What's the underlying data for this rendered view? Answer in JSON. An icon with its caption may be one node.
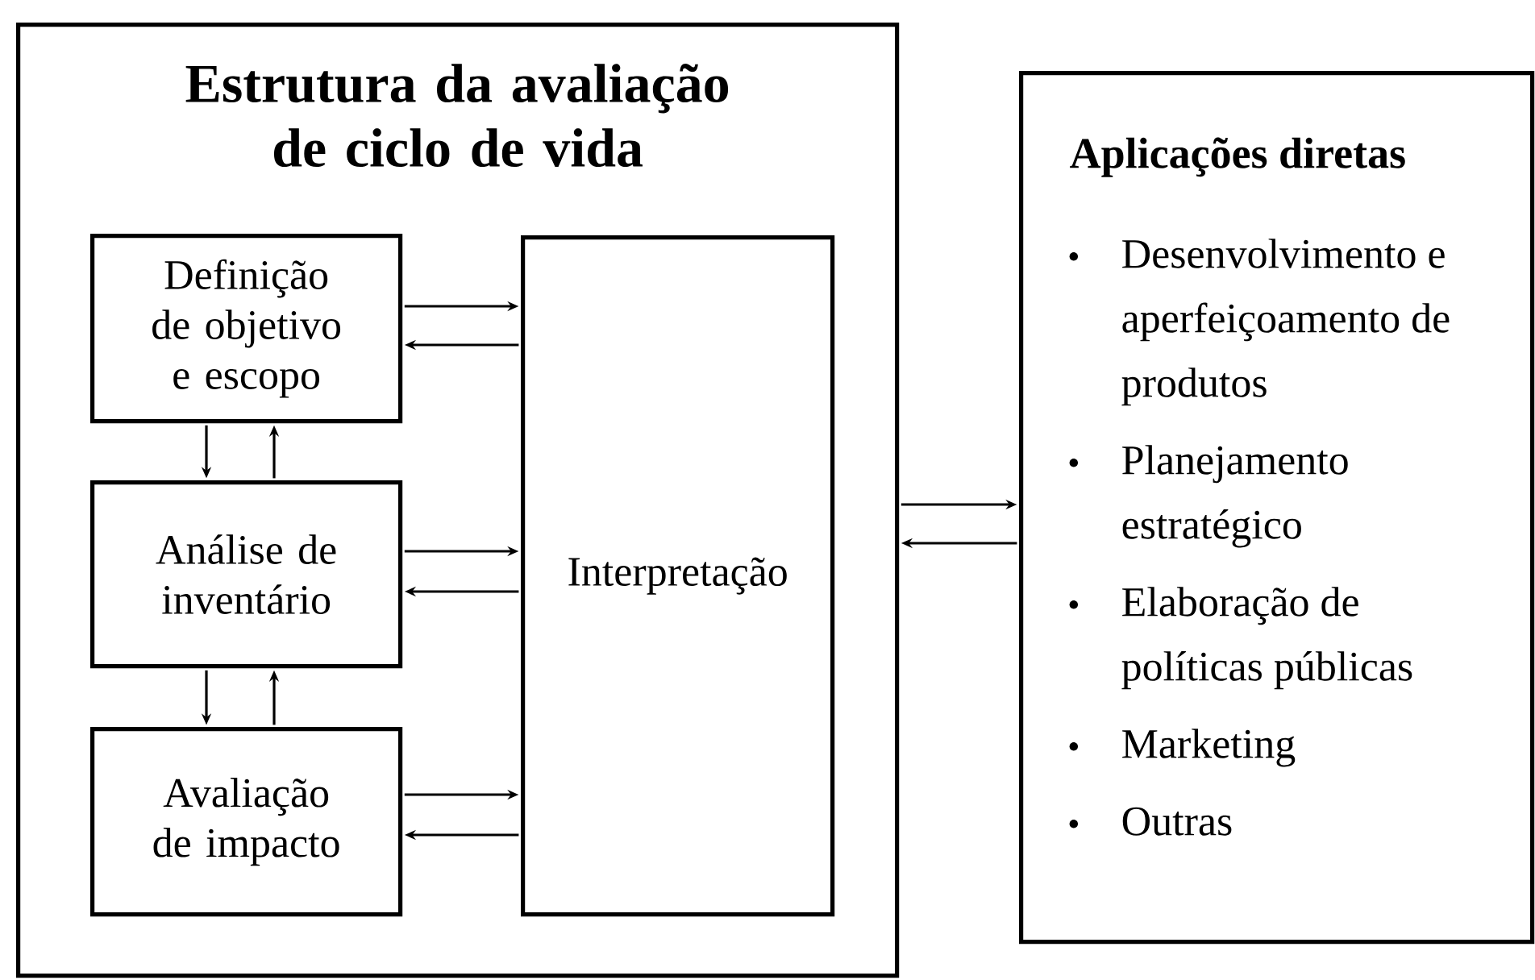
{
  "diagram": {
    "nodes": [
      {
        "text": [
          "Estrutura da avaliação de ciclo de vida"
        ]
      },
      {
        "text": [
          "Definição de objetivo e escopo"
        ],
        "in": 0
      },
      {
        "text": [
          "Análise de inventário"
        ],
        "in": 0
      },
      {
        "text": [
          "Avaliação de impacto"
        ],
        "in": 0
      },
      {
        "text": [
          "Interpretação"
        ],
        "in": 0
      },
      {
        "text": [
          "Aplicações diretas",
          "Desenvolvimento e aperfeiçoamento de produtos",
          "Planejamento estratégico",
          "Elaboração de políticas públicas",
          "Marketing",
          "Outras"
        ]
      }
    ],
    "edges": [
      {
        "from": 1,
        "to": 4,
        "arrow": "to"
      },
      {
        "from": 4,
        "to": 1,
        "arrow": "to"
      },
      {
        "from": 2,
        "to": 4,
        "arrow": "to"
      },
      {
        "from": 4,
        "to": 2,
        "arrow": "to"
      },
      {
        "from": 3,
        "to": 4,
        "arrow": "to"
      },
      {
        "from": 4,
        "to": 3,
        "arrow": "to"
      },
      {
        "from": 1,
        "to": 2,
        "arrow": "to"
      },
      {
        "from": 2,
        "to": 1,
        "arrow": "to"
      },
      {
        "from": 2,
        "to": 3,
        "arrow": "to"
      },
      {
        "from": 3,
        "to": 2,
        "arrow": "to"
      },
      {
        "from": 0,
        "to": 5,
        "arrow": "to"
      },
      {
        "from": 5,
        "to": 0,
        "arrow": "to"
      }
    ]
  }
}
